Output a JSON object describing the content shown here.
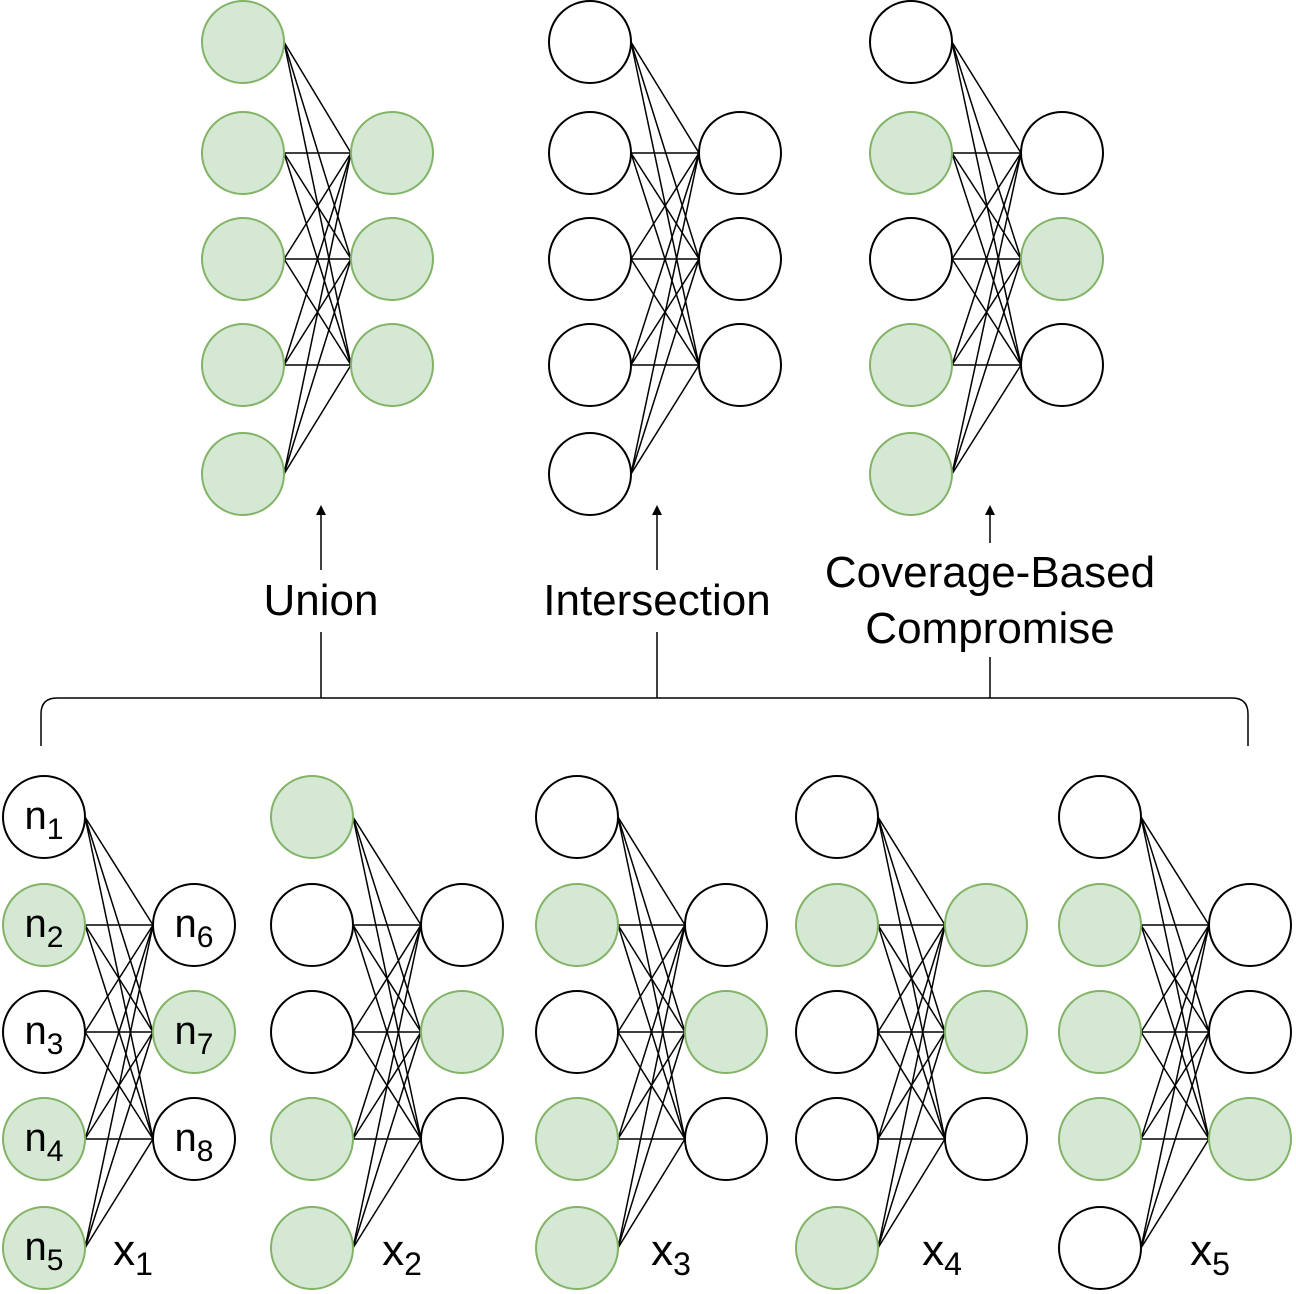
{
  "colors": {
    "active_fill": "#d5e8d4",
    "active_stroke": "#82b366",
    "inactive_fill": "#ffffff",
    "inactive_stroke": "#000000"
  },
  "operations": [
    {
      "label_lines": [
        "Union"
      ]
    },
    {
      "label_lines": [
        "Intersection"
      ]
    },
    {
      "label_lines": [
        "Coverage-Based",
        "Compromise"
      ]
    }
  ],
  "result_networks": [
    {
      "input_active": [
        true,
        true,
        true,
        true,
        true
      ],
      "output_active": [
        true,
        true,
        true
      ]
    },
    {
      "input_active": [
        false,
        false,
        false,
        false,
        false
      ],
      "output_active": [
        false,
        false,
        false
      ]
    },
    {
      "input_active": [
        false,
        true,
        false,
        true,
        true
      ],
      "output_active": [
        false,
        true,
        false
      ]
    }
  ],
  "input_networks": [
    {
      "name_base": "x",
      "name_sub": "1",
      "input_active": [
        false,
        true,
        false,
        true,
        true
      ],
      "output_active": [
        false,
        true,
        false
      ],
      "node_labels": {
        "inputs": [
          {
            "base": "n",
            "sub": "1"
          },
          {
            "base": "n",
            "sub": "2"
          },
          {
            "base": "n",
            "sub": "3"
          },
          {
            "base": "n",
            "sub": "4"
          },
          {
            "base": "n",
            "sub": "5"
          }
        ],
        "outputs": [
          {
            "base": "n",
            "sub": "6"
          },
          {
            "base": "n",
            "sub": "7"
          },
          {
            "base": "n",
            "sub": "8"
          }
        ]
      }
    },
    {
      "name_base": "x",
      "name_sub": "2",
      "input_active": [
        true,
        false,
        false,
        true,
        true
      ],
      "output_active": [
        false,
        true,
        false
      ]
    },
    {
      "name_base": "x",
      "name_sub": "3",
      "input_active": [
        false,
        true,
        false,
        true,
        true
      ],
      "output_active": [
        false,
        true,
        false
      ]
    },
    {
      "name_base": "x",
      "name_sub": "4",
      "input_active": [
        false,
        true,
        false,
        false,
        true
      ],
      "output_active": [
        true,
        true,
        false
      ]
    },
    {
      "name_base": "x",
      "name_sub": "5",
      "input_active": [
        false,
        true,
        true,
        true,
        false
      ],
      "output_active": [
        false,
        false,
        true
      ]
    }
  ]
}
